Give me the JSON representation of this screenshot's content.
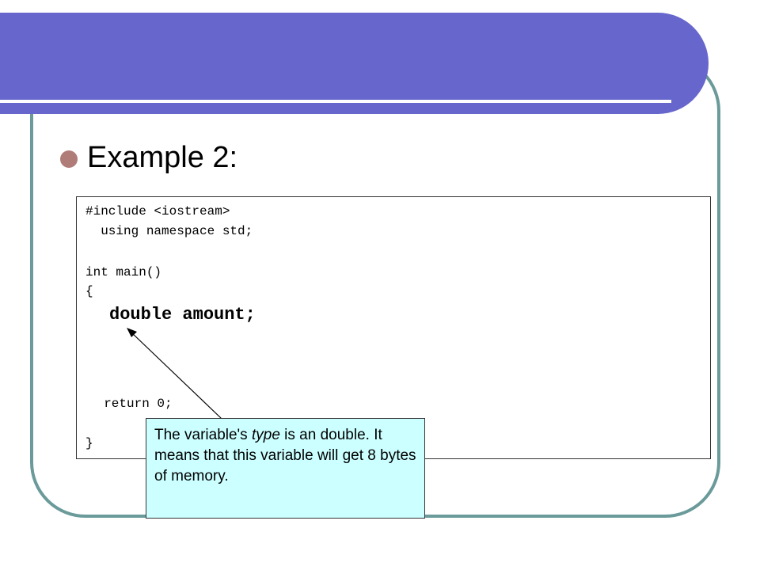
{
  "slide": {
    "bullet_title": "Example 2:",
    "code": {
      "line1": "#include <iostream>",
      "line2": "  using namespace std;",
      "line3": "int main()",
      "line4": "{",
      "highlight": "double amount;",
      "line5": "  return 0;",
      "line6": "}"
    },
    "callout": {
      "text_before": "The variable's ",
      "text_em": "type",
      "text_after": " is an double.  It means that this variable will get 8 bytes of memory."
    }
  },
  "colors": {
    "header": "#6666cc",
    "frame": "#6b9a9a",
    "bullet": "#b07c78",
    "callout_bg": "#ccffff"
  }
}
